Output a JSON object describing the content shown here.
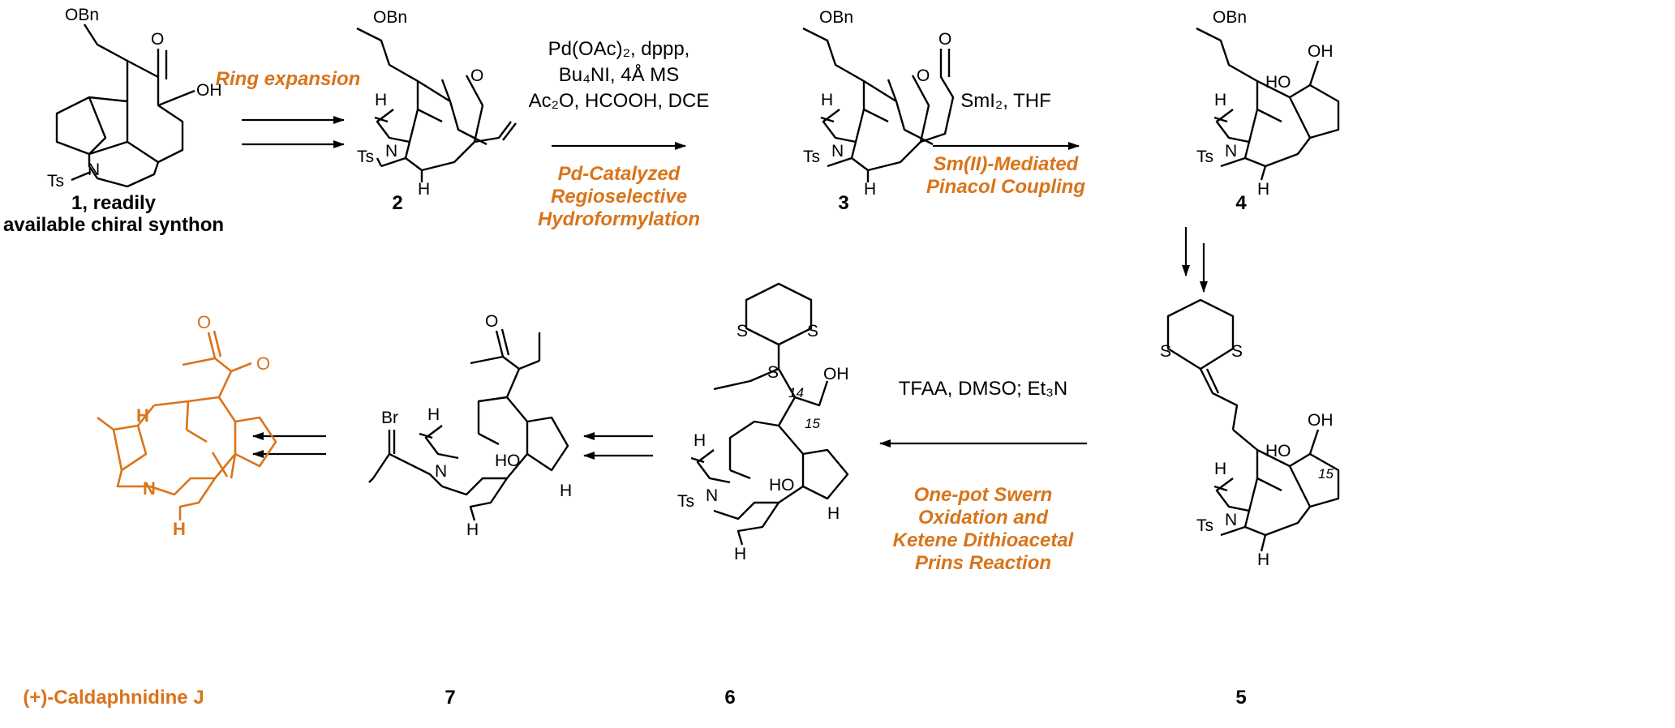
{
  "compounds": {
    "c1": {
      "label_line1": "1, readily",
      "label_line2": "available chiral synthon"
    },
    "c2": {
      "label": "2"
    },
    "c3": {
      "label": "3"
    },
    "c4": {
      "label": "4"
    },
    "c5": {
      "label": "5"
    },
    "c6": {
      "label": "6"
    },
    "c7": {
      "label": "7"
    },
    "target": {
      "label": "(+)-Caldaphnidine J"
    }
  },
  "atoms": {
    "OBn": "OBn",
    "O": "O",
    "OH": "OH",
    "HO": "HO",
    "H": "H",
    "N": "N",
    "Ts": "Ts",
    "S": "S",
    "Br": "Br",
    "n14": "14",
    "n15": "15"
  },
  "steps": {
    "s1": {
      "name": "Ring expansion"
    },
    "s2": {
      "reagent_line1": "Pd(OAc)₂, dppp,",
      "reagent_line2": "Bu₄NI, 4Å MS",
      "reagent_line3": "Ac₂O, HCOOH, DCE",
      "name_line1": "Pd-Catalyzed",
      "name_line2": "Regioselective",
      "name_line3": "Hydroformylation"
    },
    "s3": {
      "reagent": "SmI₂, THF",
      "name_line1": "Sm(II)-Mediated",
      "name_line2": "Pinacol Coupling"
    },
    "s5": {
      "reagent": "TFAA, DMSO; Et₃N",
      "name_line1": "One-pot Swern",
      "name_line2": "Oxidation and",
      "name_line3": "Ketene Dithioacetal",
      "name_line4": "Prins Reaction"
    }
  },
  "colors": {
    "accent": "#d9741a",
    "ink": "#000000"
  }
}
